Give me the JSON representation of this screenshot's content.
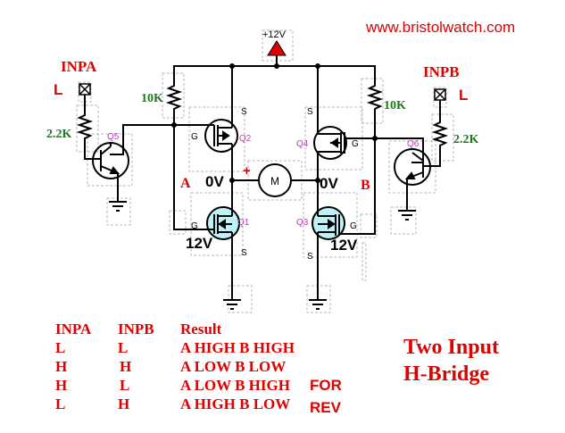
{
  "website": "www.bristolwatch.com",
  "supply_label": "+12V",
  "inputs": {
    "a": {
      "name": "INPA",
      "level": "L"
    },
    "b": {
      "name": "INPB",
      "level": "L"
    }
  },
  "resistors": {
    "r_base_a": "2.2K",
    "r_base_b": "2.2K",
    "r_pullup_a": "10K",
    "r_pullup_b": "10K"
  },
  "transistors": {
    "q1": "Q1",
    "q2": "Q2",
    "q3": "Q3",
    "q4": "Q4",
    "q5": "Q5",
    "q6": "Q6"
  },
  "pins": {
    "gate": "G",
    "source": "S"
  },
  "nodes": {
    "a_label": "A",
    "b_label": "B",
    "a_voltage": "0V",
    "b_voltage": "0V",
    "q1_gate_voltage": "12V",
    "q3_gate_voltage": "12V",
    "motor_plus": "+",
    "motor_symbol": "M"
  },
  "truth_table": {
    "headers": [
      "INPA",
      "INPB",
      "Result"
    ],
    "rows": [
      {
        "a": "L",
        "b": "L",
        "result": "A HIGH B HIGH",
        "note": ""
      },
      {
        "a": "H",
        "b": "H",
        "result": "A LOW B LOW",
        "note": ""
      },
      {
        "a": "H",
        "b": "L",
        "result": "A LOW B HIGH",
        "note": "FOR"
      },
      {
        "a": "L",
        "b": "H",
        "result": "A HIGH B LOW",
        "note": "REV"
      }
    ]
  },
  "caption": {
    "line1": "Two Input",
    "line2": "H-Bridge"
  },
  "colors": {
    "wire": "#000000",
    "label_red": "#e00000",
    "label_green": "#1a7a1a",
    "label_magenta": "#cc33cc",
    "mosfet_fill": "#bdf2f8",
    "box_dash": "#b8b8b8"
  }
}
